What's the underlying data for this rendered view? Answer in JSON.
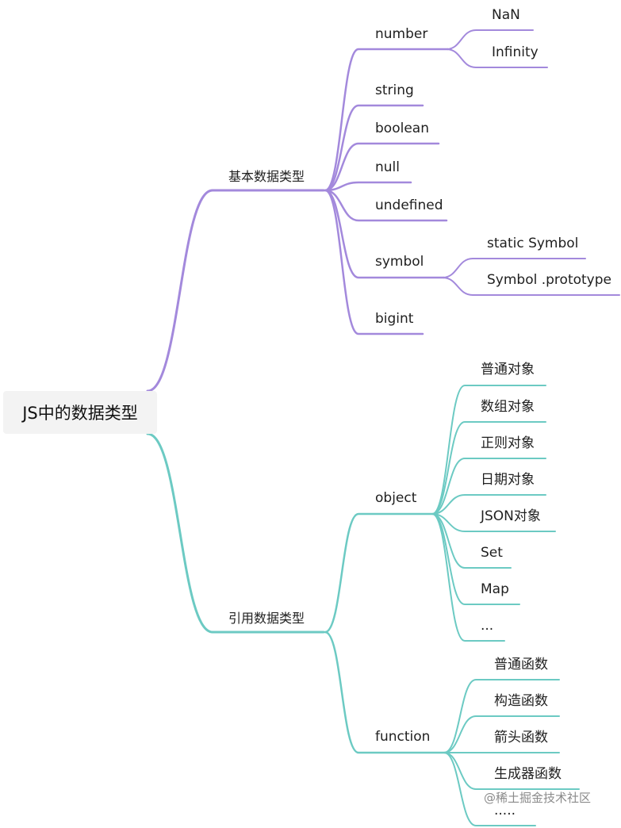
{
  "root": {
    "label": "JS中的数据类型"
  },
  "colors": {
    "primitive_branch": "#a389dc",
    "reference_branch": "#6ccac3"
  },
  "branches": {
    "primitive": {
      "label": "基本数据类型",
      "children": [
        {
          "label": "number",
          "children": [
            {
              "label": "NaN"
            },
            {
              "label": "Infinity"
            }
          ]
        },
        {
          "label": "string"
        },
        {
          "label": "boolean"
        },
        {
          "label": "null"
        },
        {
          "label": "undefined"
        },
        {
          "label": "symbol",
          "children": [
            {
              "label": "static Symbol"
            },
            {
              "label": "Symbol .prototype"
            }
          ]
        },
        {
          "label": "bigint"
        }
      ]
    },
    "reference": {
      "label": "引用数据类型",
      "children": [
        {
          "label": "object",
          "children": [
            {
              "label": "普通对象"
            },
            {
              "label": "数组对象"
            },
            {
              "label": "正则对象"
            },
            {
              "label": "日期对象"
            },
            {
              "label": "JSON对象"
            },
            {
              "label": "Set"
            },
            {
              "label": "Map"
            },
            {
              "label": "..."
            }
          ]
        },
        {
          "label": "function",
          "children": [
            {
              "label": "普通函数"
            },
            {
              "label": "构造函数"
            },
            {
              "label": "箭头函数"
            },
            {
              "label": "生成器函数"
            },
            {
              "label": "....."
            }
          ]
        }
      ]
    }
  },
  "watermark": {
    "text": "@稀土掘金技术社区"
  }
}
